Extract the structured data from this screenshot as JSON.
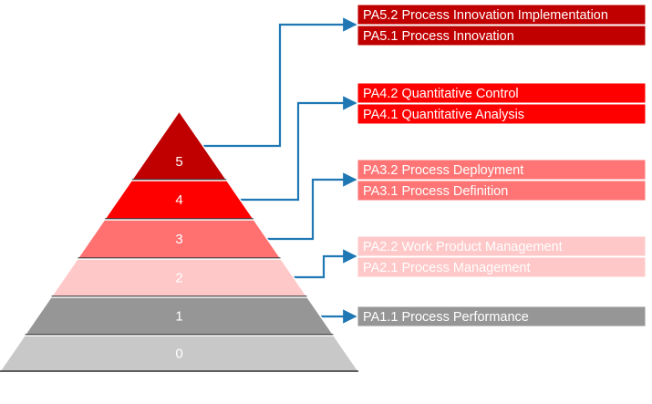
{
  "pyramid": {
    "levels": [
      {
        "number": "5",
        "color": "#c00000",
        "text_color": "#ffffff"
      },
      {
        "number": "4",
        "color": "#ff0000",
        "text_color": "#ffffff"
      },
      {
        "number": "3",
        "color": "#ff7070",
        "text_color": "#ffffff"
      },
      {
        "number": "2",
        "color": "#ffc8c8",
        "text_color": "#ffffff"
      },
      {
        "number": "1",
        "color": "#969696",
        "text_color": "#ffffff"
      },
      {
        "number": "0",
        "color": "#c8c8c8",
        "text_color": "#ffffff"
      }
    ]
  },
  "attribute_groups": [
    {
      "level": "5",
      "color": "#c00000",
      "text_color": "#ffffff",
      "items": [
        "PA5.2 Process Innovation Implementation",
        "PA5.1 Process Innovation"
      ]
    },
    {
      "level": "4",
      "color": "#ff0000",
      "text_color": "#ffffff",
      "items": [
        "PA4.2 Quantitative Control",
        "PA4.1 Quantitative Analysis"
      ]
    },
    {
      "level": "3",
      "color": "#ff7575",
      "text_color": "#ffffff",
      "items": [
        "PA3.2 Process Deployment",
        "PA3.1 Process Definition"
      ]
    },
    {
      "level": "2",
      "color": "#ffc8c8",
      "text_color": "#ffffff",
      "items": [
        "PA2.2 Work Product Management",
        "PA2.1 Process Management"
      ]
    },
    {
      "level": "1",
      "color": "#969696",
      "text_color": "#ffffff",
      "items": [
        "PA1.1 Process Performance"
      ]
    }
  ],
  "connector_color": "#1f77b4"
}
